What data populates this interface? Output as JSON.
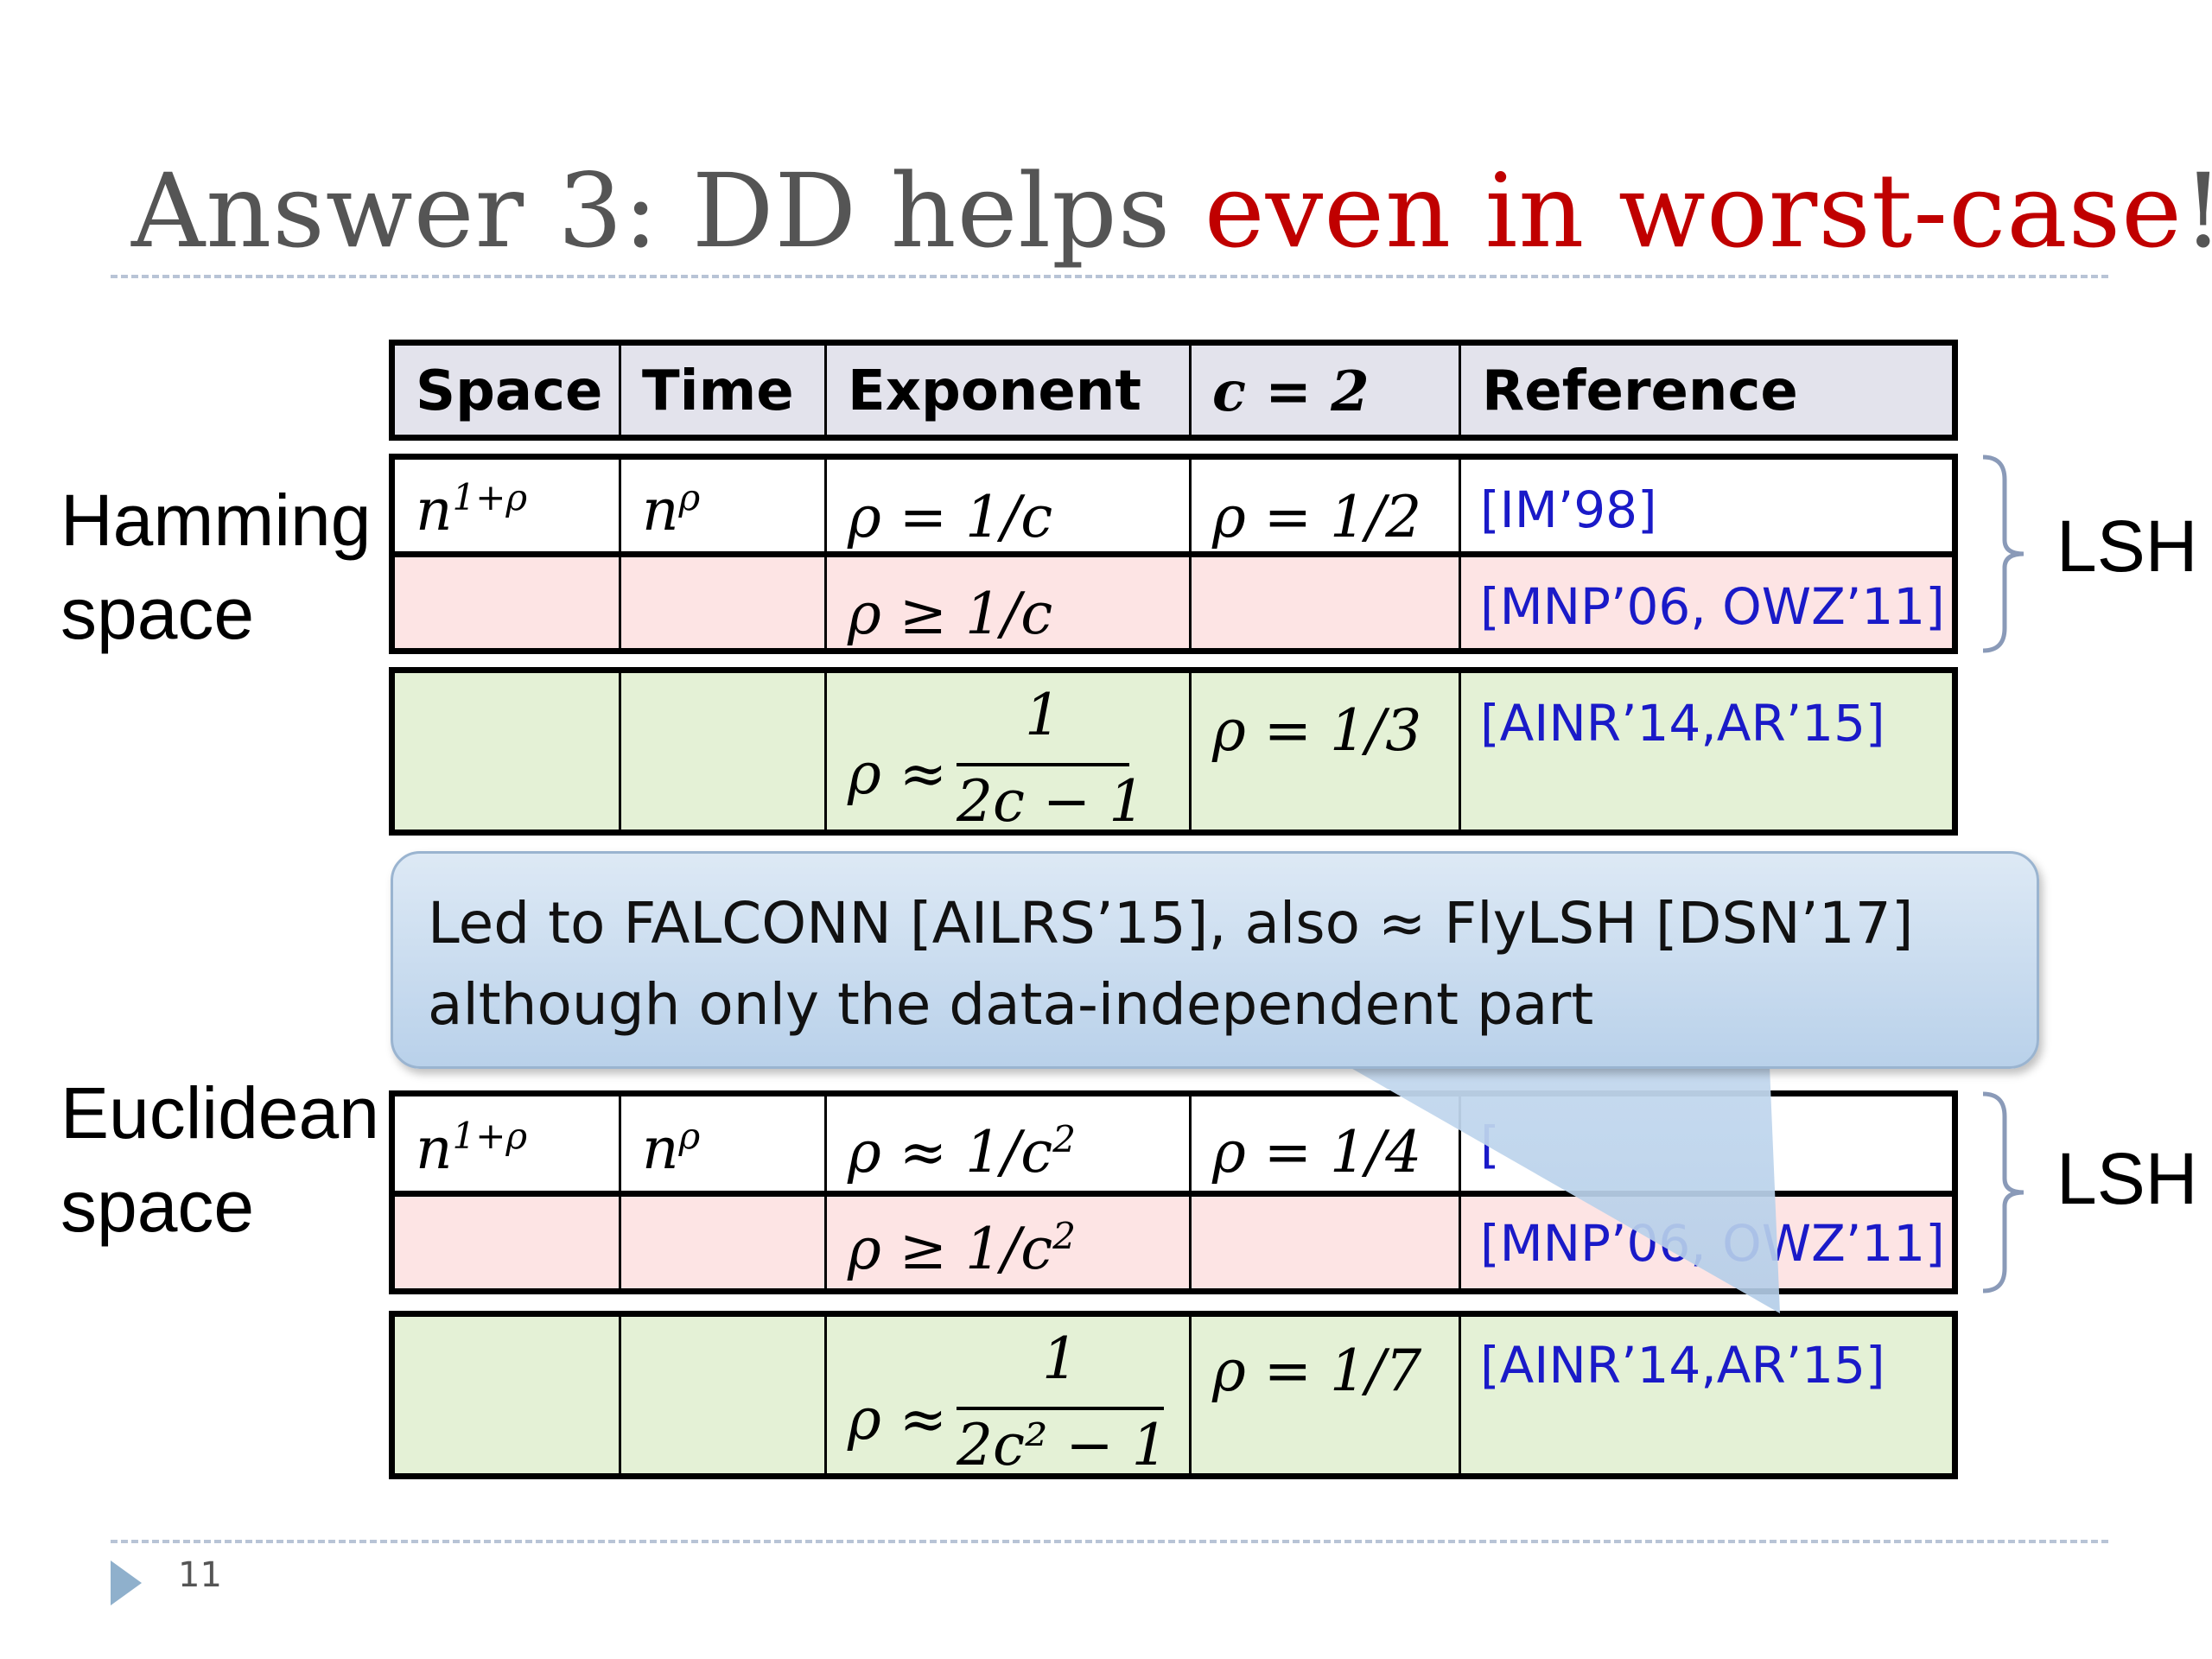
{
  "title": {
    "prefix": "Answer 3: DD helps ",
    "highlight": "even in worst-case",
    "suffix": "!"
  },
  "header": {
    "space": "Space",
    "time": "Time",
    "exponent": "Exponent",
    "c2": "c = 2",
    "reference": "Reference"
  },
  "hamming": {
    "label_line1": "Hamming",
    "label_line2": "space",
    "lsh": "LSH",
    "row1": {
      "space_base": "n",
      "space_exp": "1+ρ",
      "time_base": "n",
      "time_exp": "ρ",
      "exponent": "ρ = 1/c",
      "c2": "ρ = 1/2",
      "reference": "[IM’98]"
    },
    "row2": {
      "exponent": "ρ ≥ 1/c",
      "reference": "[MNP’06, OWZ’11]"
    },
    "row3": {
      "exponent_lhs": "ρ ≈",
      "num": "1",
      "den": "2c − 1",
      "c2": "ρ = 1/3",
      "reference": "[AINR’14,AR’15]"
    }
  },
  "euclidean": {
    "label_line1": "Euclidean",
    "label_line2": "space",
    "lsh": "LSH",
    "row1": {
      "space_base": "n",
      "space_exp": "1+ρ",
      "time_base": "n",
      "time_exp": "ρ",
      "exponent_base": "ρ ≈ 1/c",
      "exponent_exp": "2",
      "c2": "ρ = 1/4",
      "reference": "["
    },
    "row2": {
      "exponent_base": "ρ ≥ 1/c",
      "exponent_exp": "2",
      "reference": "[MNP’06, OWZ’11]"
    },
    "row3": {
      "exponent_lhs": "ρ ≈",
      "num": "1",
      "den": "2c² − 1",
      "c2": "ρ = 1/7",
      "reference": "[AINR’14,AR’15]"
    }
  },
  "callout": {
    "line1": "Led to FALCONN [AILRS’15], also ≈ FlyLSH [DSN’17]",
    "line2": "although only the data-independent part"
  },
  "footer": {
    "page_number": "11"
  },
  "colors": {
    "header_bg": "#e3e3ec",
    "lower_bound_bg": "#fde4e4",
    "dd_bg": "#e4f1d6",
    "ref_blue": "#1a1ac8",
    "title_red": "#c00000",
    "callout_top": "#dde9f5",
    "callout_bottom": "#b9d1ea"
  }
}
